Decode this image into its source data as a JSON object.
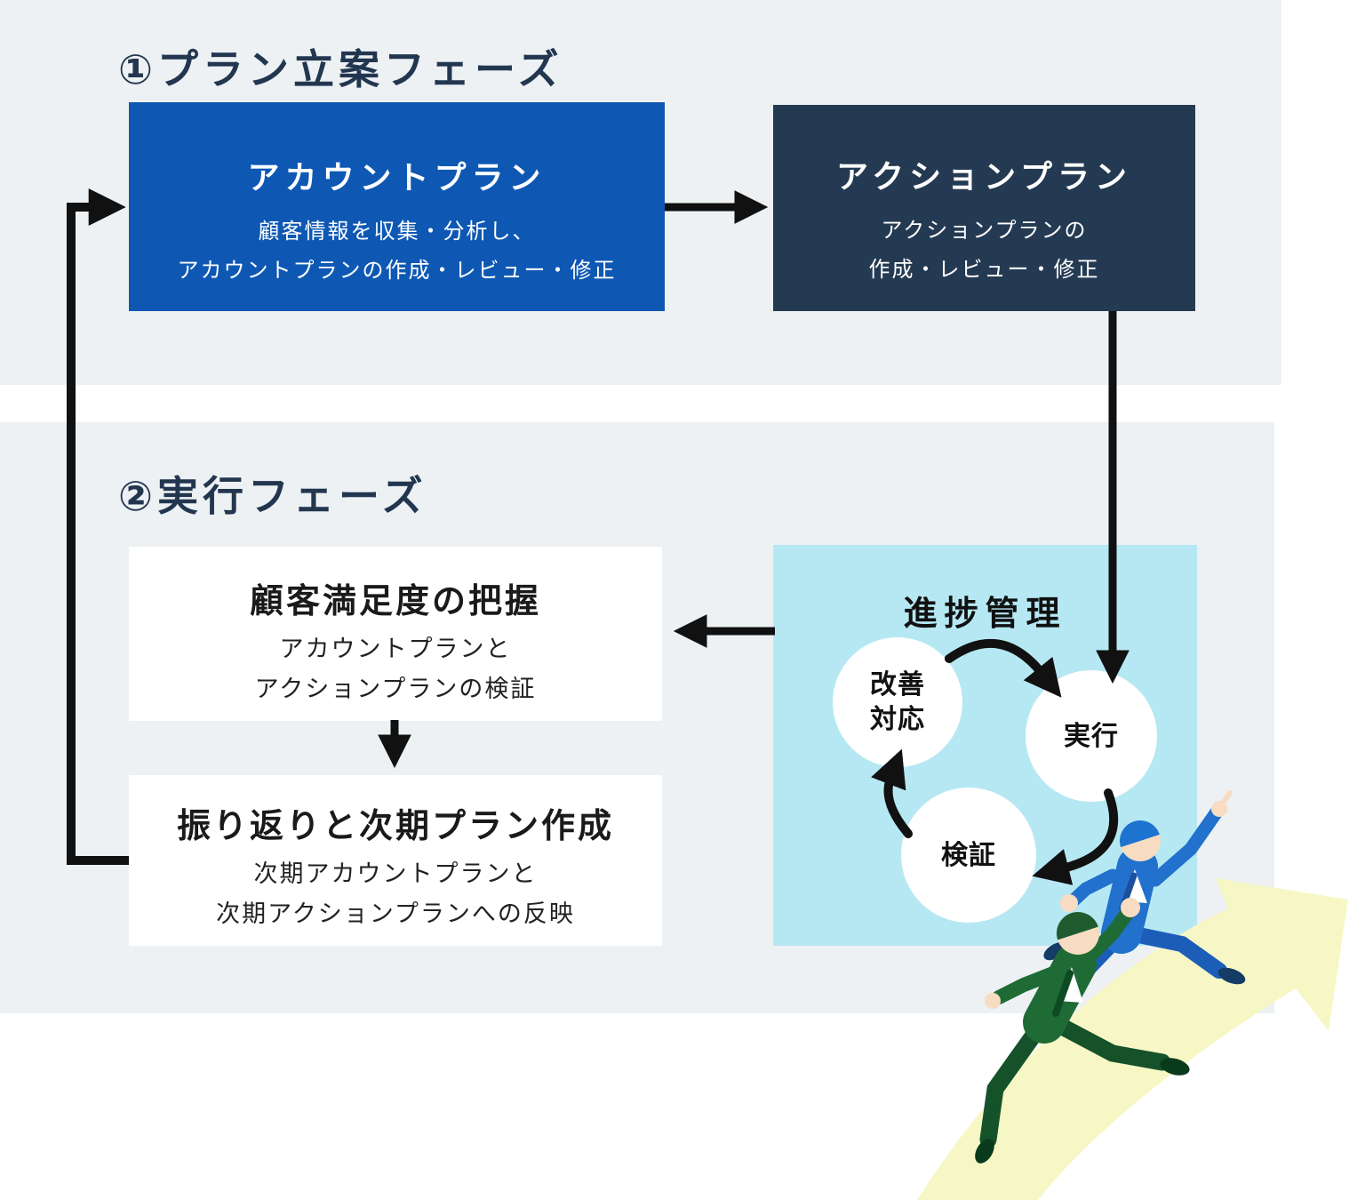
{
  "colors": {
    "page_bg": "#ffffff",
    "section_bg": "#edf1f3",
    "heading_text": "#233650",
    "account_box_bg": "#0e58b4",
    "action_box_bg": "#243a52",
    "progress_box_bg": "#b6e8f4",
    "box_text_light": "#ffffff",
    "box_text_dark": "#1a1a1a",
    "arrow_color": "#111111",
    "path_yellow": "#f7f7c6",
    "suit_blue": "#2171cd",
    "suit_green": "#1f6b35"
  },
  "phase1": {
    "title": "①プラン立案フェーズ",
    "account_plan": {
      "title": "アカウントプラン",
      "line1": "顧客情報を収集・分析し、",
      "line2": "アカウントプランの作成・レビュー・修正"
    },
    "action_plan": {
      "title": "アクションプラン",
      "line1": "アクションプランの",
      "line2": "作成・レビュー・修正"
    }
  },
  "phase2": {
    "title": "②実行フェーズ",
    "satisfaction": {
      "title": "顧客満足度の把握",
      "line1": "アカウントプランと",
      "line2": "アクションプランの検証"
    },
    "review": {
      "title": "振り返りと次期プラン作成",
      "line1": "次期アカウントプランと",
      "line2": "次期アクションプランへの反映"
    },
    "progress": {
      "title": "進捗管理",
      "cycle": [
        {
          "label": "改善対応"
        },
        {
          "label": "実行"
        },
        {
          "label": "検証"
        }
      ]
    }
  }
}
